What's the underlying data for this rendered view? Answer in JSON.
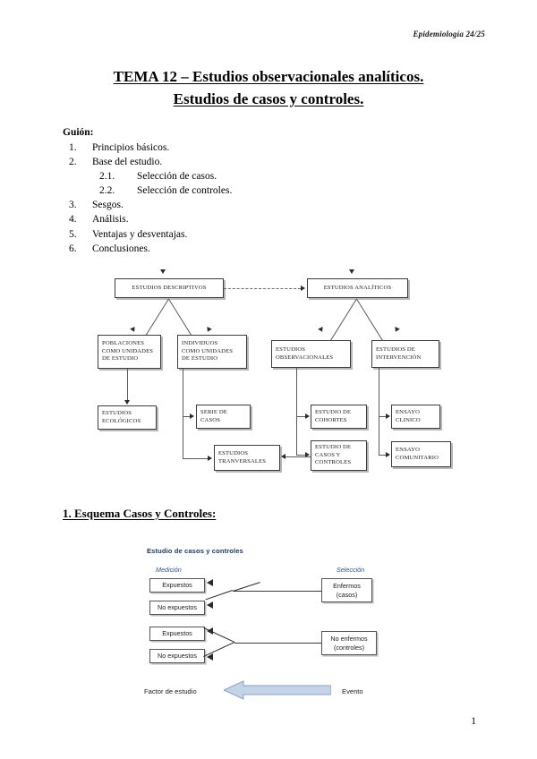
{
  "header": {
    "running_head": "Epidemiología 24/25"
  },
  "title": {
    "line1": "TEMA 12 – Estudios observacionales analíticos.",
    "line2": "Estudios de casos y controles."
  },
  "guion": {
    "heading": "Guión:",
    "items": [
      {
        "num": "1.",
        "text": "Principios básicos.",
        "level": 1
      },
      {
        "num": "2.",
        "text": "Base del estudio.",
        "level": 1
      },
      {
        "num": "2.1.",
        "text": "Selección de casos.",
        "level": 2
      },
      {
        "num": "2.2.",
        "text": "Selección de controles.",
        "level": 2
      },
      {
        "num": "3.",
        "text": "Sesgos.",
        "level": 1
      },
      {
        "num": "4.",
        "text": "Análisis.",
        "level": 1
      },
      {
        "num": "5.",
        "text": "Ventajas y desventajas.",
        "level": 1
      },
      {
        "num": "6.",
        "text": "Conclusiones.",
        "level": 1
      }
    ]
  },
  "diagram1": {
    "boxes": {
      "descriptivos": "ESTUDIOS DESCRIPTIVOS",
      "analiticos": "ESTUDIOS ANALÍTICOS",
      "poblaciones_l1": "POBLACIONES",
      "poblaciones_l2": "COMO UNIDADES",
      "poblaciones_l3": "DE ESTUDIO",
      "individuos_l1": "INDIVIDUOS",
      "individuos_l2": "COMO UNIDADES",
      "individuos_l3": "DE ESTUDIO",
      "observacionales_l1": "ESTUDIOS",
      "observacionales_l2": "OBSERVACIONALES",
      "intervencion_l1": "ESTUDIOS DE",
      "intervencion_l2": "INTERVENCIÓN",
      "ecologicos_l1": "ESTUDIOS",
      "ecologicos_l2": "ECOLÓGICOS",
      "serie_casos_l1": "SERIE DE",
      "serie_casos_l2": "CASOS",
      "cohortes_l1": "ESTUDIO  DE",
      "cohortes_l2": "COHORTES",
      "ensayo_clinico_l1": "ENSAYO",
      "ensayo_clinico_l2": "CLINICO",
      "transversales_l1": "ESTUDIOS",
      "transversales_l2": "TRANVERSALES",
      "casos_controles_l1": "ESTUDIO DE",
      "casos_controles_l2": "CASOS Y",
      "casos_controles_l3": "CONTROLES",
      "ensayo_comunitario_l1": "ENSAYO",
      "ensayo_comunitario_l2": "COMUNITARIO"
    }
  },
  "section1": {
    "heading": "1. Esquema Casos y Controles:"
  },
  "diagram2": {
    "title": "Estudio de casos y controles",
    "label_medicion": "Medición",
    "label_seleccion": "Selección",
    "expuestos_a": "Expuestos",
    "no_expuestos_a": "No expuestos",
    "expuestos_b": "Expuestos",
    "no_expuestos_b": "No expuestos",
    "enfermos_l1": "Enfermos",
    "enfermos_l2": "(casos)",
    "no_enfermos_l1": "No enfermos",
    "no_enfermos_l2": "(controles)",
    "factor_estudio": "Factor de estudio",
    "evento": "Evento",
    "arrow_color": "#c3d3e8",
    "arrow_border": "#8aa2c0",
    "label_color": "#2e5395",
    "title_color": "#1f3864"
  },
  "footer": {
    "page_number": "1"
  }
}
